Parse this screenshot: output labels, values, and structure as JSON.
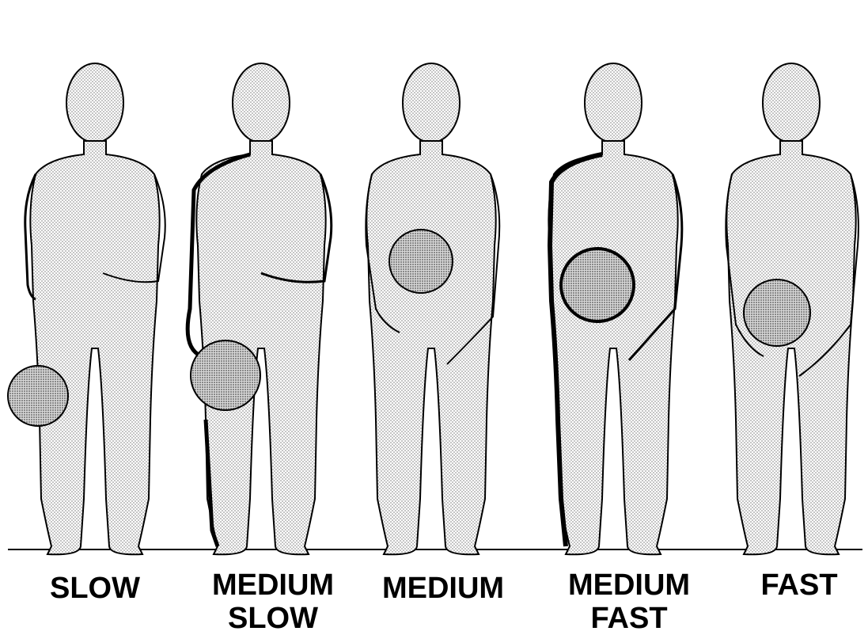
{
  "stances": [
    {
      "id": "slow",
      "lines": [
        "SLOW"
      ]
    },
    {
      "id": "medium-slow",
      "lines": [
        "MEDIUM",
        "SLOW"
      ]
    },
    {
      "id": "medium",
      "lines": [
        "MEDIUM"
      ]
    },
    {
      "id": "medium-fast",
      "lines": [
        "MEDIUM",
        "FAST"
      ]
    },
    {
      "id": "fast",
      "lines": [
        "FAST"
      ]
    }
  ],
  "colors": {
    "outline": "#000000",
    "shade": "#c8c8c8",
    "ball": "#9a9a9a",
    "background": "#ffffff"
  }
}
